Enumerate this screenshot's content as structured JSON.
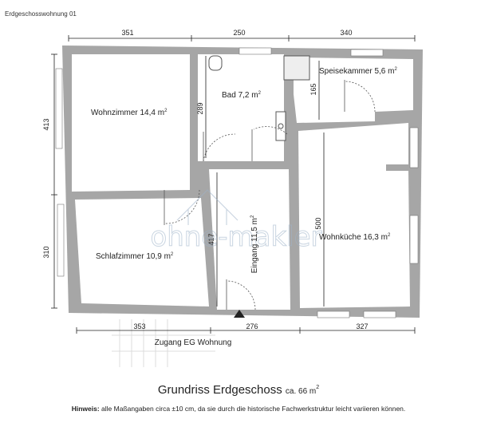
{
  "sheet_title": "Erdgeschosswohnung 01",
  "rooms": {
    "wohnzimmer": "Wohnzimmer 14,4 m",
    "bad": "Bad 7,2 m",
    "speisekammer": "Speisekammer 5,6 m",
    "schlafzimmer": "Schlafzimmer 10,9 m",
    "eingang": "Eingang 11,5 m",
    "wohnkueche": "Wohnküche 16,3 m",
    "area_unit_sup": "2"
  },
  "dimensions": {
    "top": [
      "351",
      "250",
      "340"
    ],
    "bottom": [
      "353",
      "276",
      "327"
    ],
    "left": [
      "413",
      "310"
    ],
    "inner": {
      "bad_height": "289",
      "speis_height": "165",
      "eingang_height": "417",
      "kueche_height": "500"
    }
  },
  "entrance_label": "Zugang EG Wohnung",
  "watermark": "ohne-makler",
  "caption": {
    "title": "Grundriss Erdgeschoss",
    "area": "ca. 66 m",
    "area_sup": "2"
  },
  "hint": {
    "label": "Hinweis:",
    "text": " alle Maßangaben circa ±10 cm, da sie durch die historische Fachwerkstruktur leicht variieren können."
  },
  "colors": {
    "wall": "#a6a6a6",
    "dim_line": "#222222",
    "watermark": "#9eb3c9"
  }
}
